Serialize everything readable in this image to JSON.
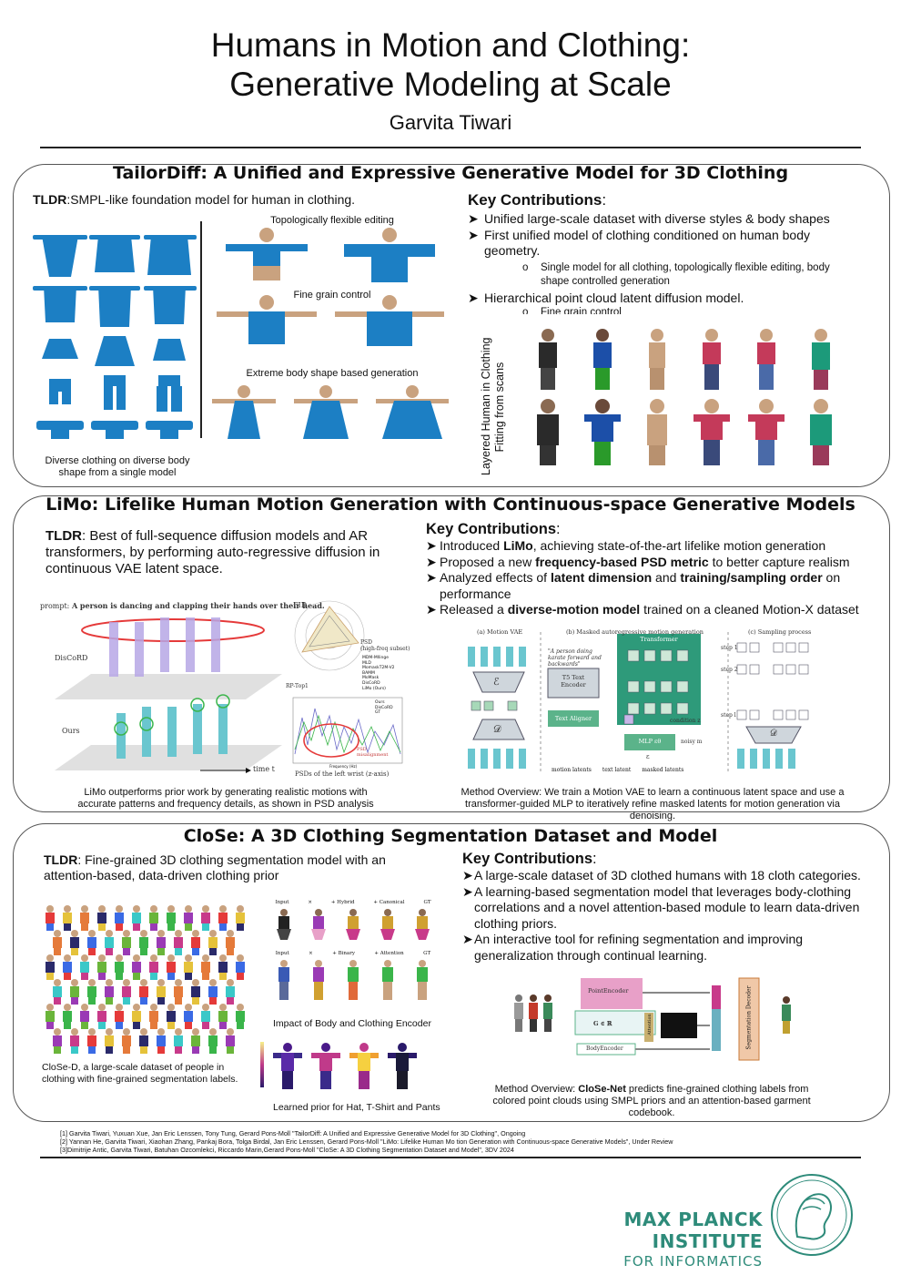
{
  "header": {
    "title_line1": "Humans in Motion and Clothing:",
    "title_line2": "Generative Modeling at Scale",
    "author": "Garvita Tiwari"
  },
  "section1": {
    "title": "TailorDiff: A Unified and Expressive Generative Model for 3D Clothing",
    "tldr_label": "TLDR",
    "tldr_text": ":SMPL-like foundation model for human in clothing.",
    "caption_left": "Diverse clothing on diverse body shape from a single model",
    "label_topo": "Topologically flexible editing",
    "label_fine": "Fine grain control",
    "label_extreme": "Extreme body shape based generation",
    "kc_title": "Key Contributions",
    "kc_colon": ":",
    "kc_items": [
      "Unified large-scale dataset with diverse styles & body shapes",
      "First unified model of clothing conditioned on human body geometry."
    ],
    "kc_sub": "Single model for all clothing, topologically flexible editing, body shape controlled generation",
    "kc_item3": "Hierarchical point cloud latent diffusion model.",
    "kc_sub_cut": "Fine grain control",
    "vertical_label_1": "Layered Human in Clothing",
    "vertical_label_2": "Fitting from scans"
  },
  "section2": {
    "title": "LiMo: Lifelike Human Motion Generation with Continuous-space Generative Models",
    "tldr_label": "TLDR",
    "tldr_text": ": Best of full-sequence diffusion models and AR transformers, by performing auto-regressive diffusion in continuous VAE latent space.",
    "kc_title": "Key Contributions",
    "kc_colon": ":",
    "kc_items": [
      [
        "Introduced ",
        "LiMo",
        ", achieving state-of-the-art lifelike motion generation"
      ],
      [
        "Proposed a new ",
        "frequency-based PSD metric",
        " to better capture realism"
      ],
      [
        "Analyzed effects of ",
        "latent dimension",
        " and ",
        "training/sampling order",
        " on performance"
      ],
      [
        "Released a ",
        "diverse-motion model",
        " trained on a cleaned Motion-X dataset"
      ]
    ],
    "prompt_label": "prompt:",
    "prompt_text": "A person is dancing and clapping their hands over their head.",
    "label_discord": "DisCoRD",
    "label_ours": "Ours",
    "label_time": "time t",
    "radar_fid": "FID",
    "radar_psd": "PSD",
    "radar_psd_sub": "(high-freq subset)",
    "radar_rp": "RP-Top1",
    "radar_legend": [
      "MDM-Mllinge",
      "MLD",
      "MomaskT2M-V2",
      "BAMM",
      "MoMask",
      "DisCoRD",
      "LiMo (Ours)"
    ],
    "psd_caption": "PSDs of the left wrist (z-axis)",
    "psd_legend": [
      "Ours",
      "DisCoRD",
      "GT"
    ],
    "psd_note": "PSD misalignment",
    "psd_xlabel": "Frequency (Hz)",
    "fig_a": "(a) Motion VAE",
    "fig_b": "(b) Masked autoregressive motion generation",
    "fig_c": "(c) Sampling process",
    "fig_quote": "\"A person doing karate forward and backwards\"",
    "fig_t5": "T5 Text Encoder",
    "fig_transformer": "Transformer",
    "fig_aligner": "Text Aligner",
    "fig_mlp": "MLP εθ",
    "fig_cond": "condition z",
    "fig_noisy": "noisy m",
    "fig_eps": "ε",
    "fig_E": "ℰ",
    "fig_D": "𝒟",
    "fig_legend": [
      "motion latents",
      "text latent",
      "masked latents"
    ],
    "fig_steps": [
      "step 1",
      "step 2",
      "step l"
    ],
    "caption_left": "LiMo outperforms prior work by generating realistic motions with accurate patterns and frequency details, as shown in PSD analysis",
    "caption_right": "Method Overview: We train a Motion VAE to learn a continuous latent space and use a transformer-guided MLP to iteratively refine masked latents for motion generation via denoising."
  },
  "section3": {
    "title": "CloSe: A 3D Clothing Segmentation Dataset and Model",
    "tldr_label": "TLDR",
    "tldr_text": ": Fine-grained 3D clothing segmentation model with an attention-based, data-driven clothing prior",
    "kc_title": "Key Contributions",
    "kc_colon": ":",
    "kc_items": [
      "A large-scale dataset of 3D clothed humans with 18 cloth categories.",
      "A learning-based segmentation model that leverages body-clothing correlations and a novel attention-based module to learn data-driven clothing priors.",
      "An interactive tool for refining segmentation and improving generalization through continual learning."
    ],
    "caption_dataset": "CloSe-D, a large-scale dataset of people in clothing with fine-grained segmentation labels.",
    "abl_row1": [
      "Input",
      "×",
      "+ Hybrid",
      "+ Canonical",
      "GT"
    ],
    "abl_row2": [
      "Input",
      "×",
      "+ Binary",
      "+ Attention",
      "GT"
    ],
    "caption_impact": "Impact of Body and Clothing Encoder",
    "caption_prior": "Learned prior for Hat, T-Shirt and Pants",
    "net_point": "PointEncoder",
    "net_body": "BodyEncoder",
    "net_attn": "Attention",
    "net_seg": "Segmentation Decoder",
    "net_G": "G ∈ ℝ",
    "caption_method_bold": "CloSe-Net",
    "caption_method_pre": "Method Overview: ",
    "caption_method_post": " predicts fine-grained clothing labels from colored point clouds using SMPL priors and an attention-based garment codebook."
  },
  "references": [
    "[1] Garvita Tiwari, Yuxuan Xue, Jan Eric Lenssen, Tony Tung, Gerard Pons-Moll \"TailorDiff: A Unified and Expressive Generative Model for 3D Clothing\", Ongoing",
    "[2] Yannan He, Garvita Tiwari, Xiaohan Zhang, Pankaj Bora, Tolga Birdal, Jan Eric Lenssen, Gerard Pons-Moll \"LiMo: Lifelike Human Mo tion Generation with Continuous-space Generative Models\", Under Review",
    "[3]Dimitrije Antic, Garvita Tiwari, Batuhan Ozcomlekci, Riccardo Marin,Gerard Pons-Moll \"CloSe: A 3D Clothing Segmentation Dataset and Model\", 3DV 2024"
  ],
  "footer": {
    "logo_line1": "MAX PLANCK INSTITUTE",
    "logo_line2": "FOR INFORMATICS"
  },
  "colors": {
    "accent": "#1c7f6e",
    "cloth_blue": "#1c7fc4",
    "teal_logo": "#2e8b7a"
  }
}
